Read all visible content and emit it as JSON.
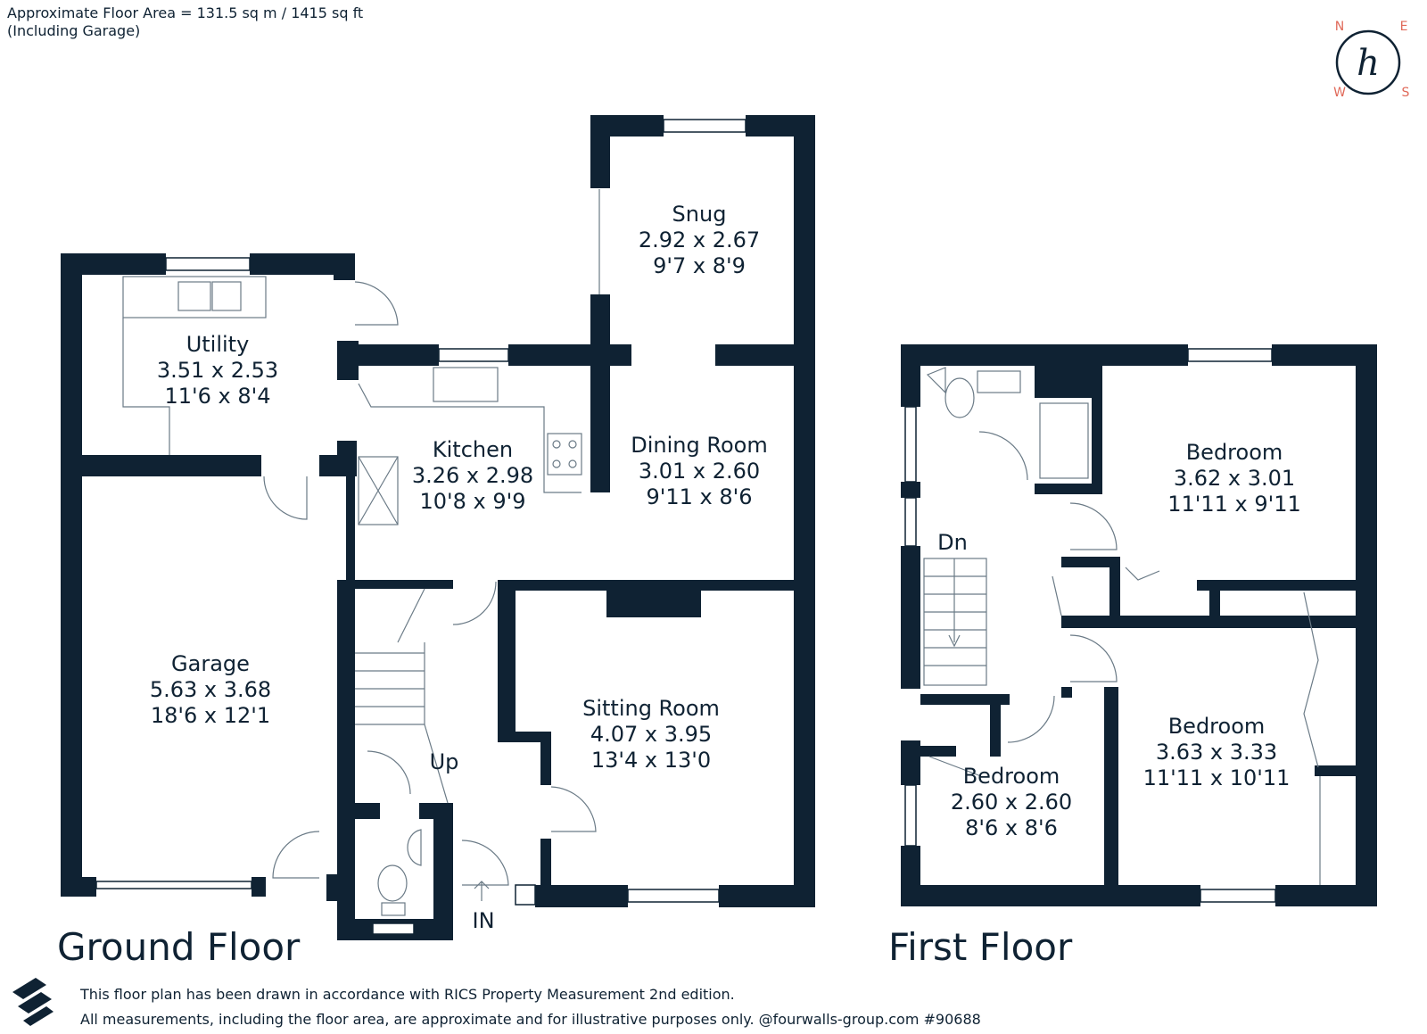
{
  "header": {
    "area_line": "Approximate Floor Area = 131.5 sq m / 1415 sq ft",
    "area_note": "(Including Garage)"
  },
  "logo": {
    "letter": "h",
    "compass": [
      "N",
      "E",
      "W",
      "S"
    ]
  },
  "ground_floor": {
    "title": "Ground Floor",
    "rooms": [
      {
        "name": "Snug",
        "metric": "2.92 x 2.67",
        "imperial": "9'7 x 8'9"
      },
      {
        "name": "Utility",
        "metric": "3.51 x 2.53",
        "imperial": "11'6 x 8'4"
      },
      {
        "name": "Kitchen",
        "metric": "3.26 x 2.98",
        "imperial": "10'8 x 9'9"
      },
      {
        "name": "Dining Room",
        "metric": "3.01 x 2.60",
        "imperial": "9'11 x 8'6"
      },
      {
        "name": "Garage",
        "metric": "5.63 x 3.68",
        "imperial": "18'6 x 12'1"
      },
      {
        "name": "Sitting Room",
        "metric": "4.07 x 3.95",
        "imperial": "13'4 x 13'0"
      }
    ],
    "stairs_label": "Up",
    "entrance_label": "IN"
  },
  "first_floor": {
    "title": "First Floor",
    "rooms": [
      {
        "name": "Bedroom",
        "metric": "3.62 x 3.01",
        "imperial": "11'11 x 9'11"
      },
      {
        "name": "Bedroom",
        "metric": "2.60 x 2.60",
        "imperial": "8'6 x 8'6"
      },
      {
        "name": "Bedroom",
        "metric": "3.63 x 3.33",
        "imperial": "11'11 x 10'11"
      }
    ],
    "stairs_label": "Dn"
  },
  "footer": {
    "line1": "This floor plan has been drawn in accordance with RICS Property Measurement 2nd edition.",
    "line2": "All measurements, including the floor area, are approximate and for illustrative purposes only. @fourwalls-group.com #90688"
  }
}
